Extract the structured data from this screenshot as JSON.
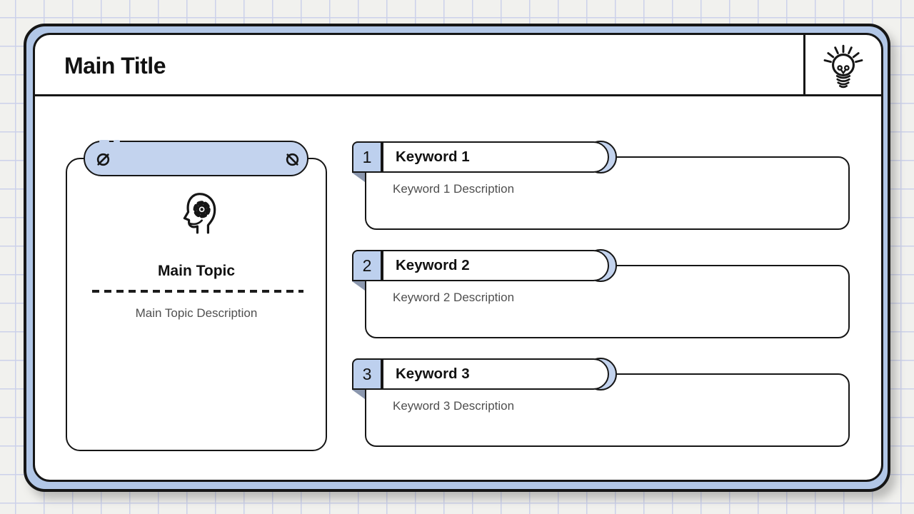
{
  "slide": {
    "title": "Main Title",
    "header_icon": "lightbulb-icon"
  },
  "main_topic": {
    "icon": "head-gear-icon",
    "screw_icons": [
      "screw-icon-left",
      "screw-icon-right"
    ],
    "title": "Main Topic",
    "description": "Main Topic Description"
  },
  "keywords": [
    {
      "number": "1",
      "label": "Keyword 1",
      "description": "Keyword 1 Description"
    },
    {
      "number": "2",
      "label": "Keyword 2",
      "description": "Keyword 2 Description"
    },
    {
      "number": "3",
      "label": "Keyword 3",
      "description": "Keyword 3 Description"
    }
  ],
  "colors": {
    "accent_blue": "#b2c7e7",
    "pill_blue": "#c3d3ee",
    "badge_blue": "#bdd0ee",
    "fold_gray_blue": "#8b97ae",
    "border_ink": "#161616",
    "muted_text": "#4f4f4f",
    "background": "#f1f1ee",
    "grid_line": "#ccd1ea"
  }
}
